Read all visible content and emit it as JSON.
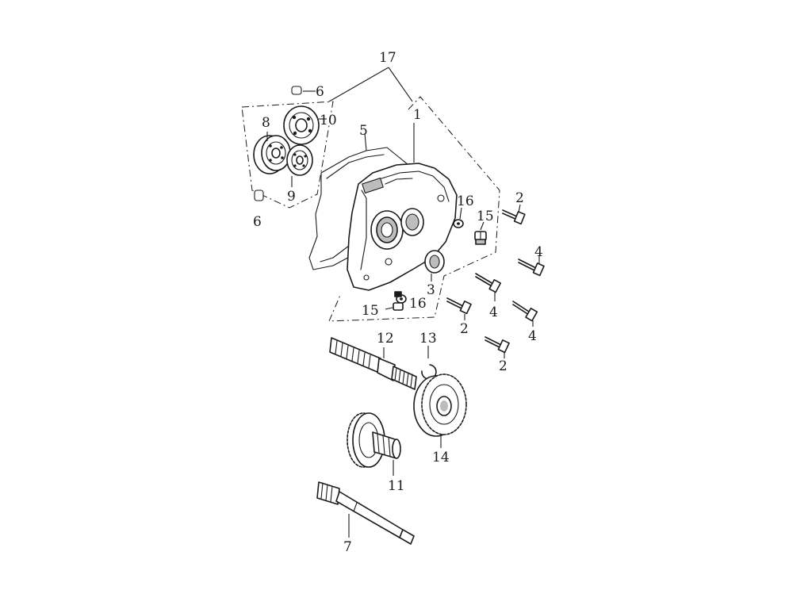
{
  "colors": {
    "ink": "#1a1a1a",
    "background": "#ffffff"
  },
  "callouts": {
    "p1": "1",
    "p2a": "2",
    "p2b": "2",
    "p2c": "2",
    "p3": "3",
    "p4a": "4",
    "p4b": "4",
    "p4c": "4",
    "p5": "5",
    "p6a": "6",
    "p6b": "6",
    "p7": "7",
    "p8": "8",
    "p9": "9",
    "p10": "10",
    "p11": "11",
    "p12": "12",
    "p13": "13",
    "p14": "14",
    "p15a": "15",
    "p15b": "15",
    "p16a": "16",
    "p16b": "16",
    "p17": "17"
  }
}
